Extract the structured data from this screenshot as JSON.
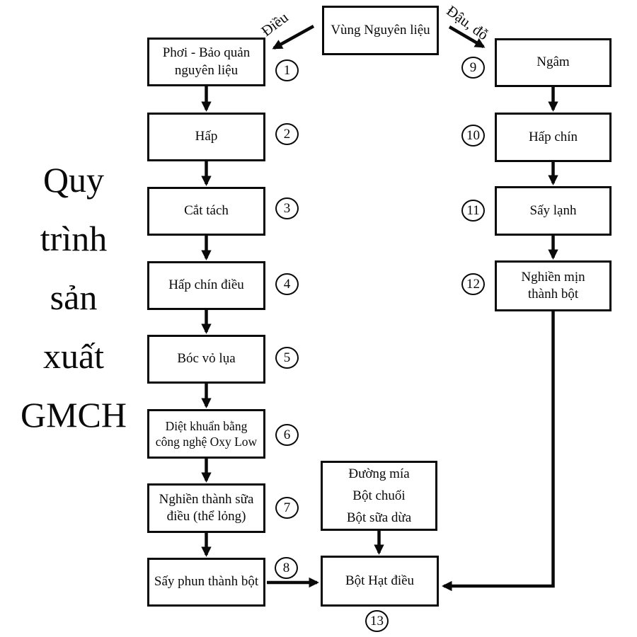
{
  "title": {
    "full": "Quy trình sản xuất GMCH",
    "lines": [
      "Quy",
      "trình",
      "sản",
      "xuất",
      "GMCH"
    ]
  },
  "source_box": {
    "label": "Vùng Nguyên liệu"
  },
  "branches": {
    "left_label": "Điều",
    "right_label": "Đậu, đỗ"
  },
  "left_column": [
    {
      "num": "1",
      "label": "Phơi - Bảo quản\nnguyên liệu"
    },
    {
      "num": "2",
      "label": "Hấp"
    },
    {
      "num": "3",
      "label": "Cắt tách"
    },
    {
      "num": "4",
      "label": "Hấp chín điều"
    },
    {
      "num": "5",
      "label": "Bóc vỏ lụa"
    },
    {
      "num": "6",
      "label": "Diệt khuẩn bằng\ncông nghệ Oxy Low"
    },
    {
      "num": "7",
      "label": "Nghiền thành sữa\nđiều (thể lỏng)"
    },
    {
      "num": "8",
      "label": "Sấy phun thành bột"
    }
  ],
  "right_column": [
    {
      "num": "9",
      "label": "Ngâm"
    },
    {
      "num": "10",
      "label": "Hấp chín"
    },
    {
      "num": "11",
      "label": "Sấy lạnh"
    },
    {
      "num": "12",
      "label": "Nghiền mịn\nthành bột"
    }
  ],
  "ingredients_box": {
    "lines": [
      "Đường mía",
      "Bột chuối",
      "Bột sữa dừa"
    ]
  },
  "product_box": {
    "label": "Bột Hạt điều",
    "num": "13"
  },
  "colors": {
    "line": "#0a0a0a",
    "background": "#ffffff",
    "text": "#0a0a0a"
  }
}
